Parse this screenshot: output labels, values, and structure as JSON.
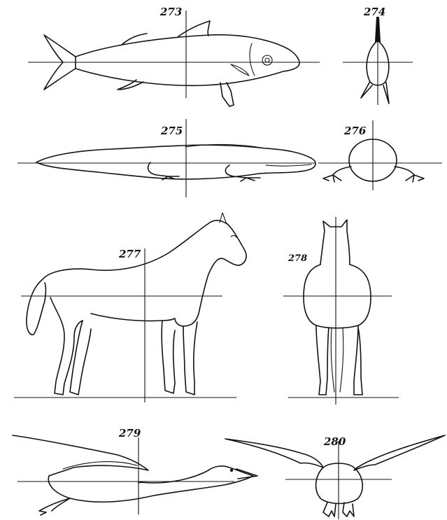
{
  "figures": [
    {
      "id": "fig-273",
      "label": "273",
      "subject": "fish, side view"
    },
    {
      "id": "fig-274",
      "label": "274",
      "subject": "fish, end view"
    },
    {
      "id": "fig-275",
      "label": "275",
      "subject": "crocodile, side view"
    },
    {
      "id": "fig-276",
      "label": "276",
      "subject": "crocodile, end view"
    },
    {
      "id": "fig-277",
      "label": "277",
      "subject": "horse, side view"
    },
    {
      "id": "fig-278",
      "label": "278",
      "subject": "horse, rear view"
    },
    {
      "id": "fig-279",
      "label": "279",
      "subject": "bird in flight, side view"
    },
    {
      "id": "fig-280",
      "label": "280",
      "subject": "bird in flight, rear view"
    }
  ],
  "colors": {
    "ink": "#111111",
    "paper": "#ffffff"
  }
}
